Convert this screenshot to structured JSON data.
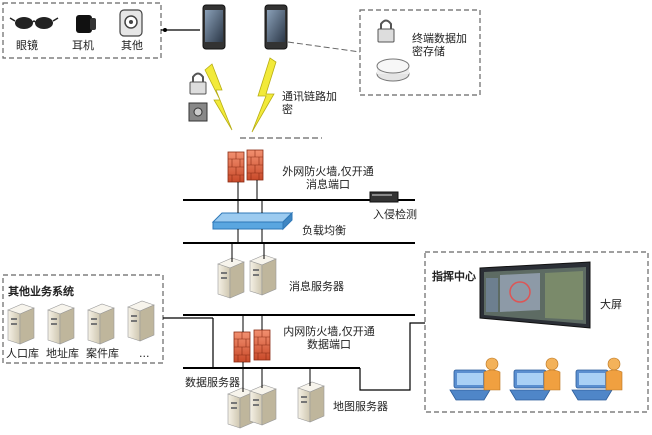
{
  "devices": {
    "glasses": "眼镜",
    "earphone": "耳机",
    "other": "其他"
  },
  "storage": {
    "label": "终端数据加密存储"
  },
  "link": {
    "label": "通讯链路加密"
  },
  "firewall_outer": {
    "label": "外网防火墙,仅开通消息端口"
  },
  "ids": {
    "label": "入侵检测"
  },
  "load_balancer": {
    "label": "负载均衡"
  },
  "message_server": {
    "label": "消息服务器"
  },
  "other_systems": {
    "title": "其他业务系统",
    "items": [
      "人口库",
      "地址库",
      "案件库",
      "..."
    ]
  },
  "firewall_inner": {
    "label": "内网防火墙,仅开通数据端口"
  },
  "data_server": {
    "label": "数据服务器"
  },
  "map_server": {
    "label": "地图服务器"
  },
  "command_center": {
    "title": "指挥中心",
    "screen": "大屏"
  },
  "colors": {
    "line": "#000000",
    "dashed": "#666666",
    "firewall": "#e8734a",
    "server": "#e8e2d0",
    "balancer": "#5aa6e0",
    "lightning": "#f2ea3a",
    "person": "#f0a040"
  }
}
